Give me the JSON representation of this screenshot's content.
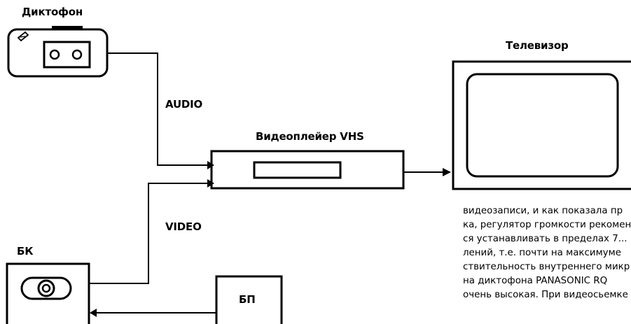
{
  "labels": {
    "dictaphone": "Диктофон",
    "tv": "Телевизор",
    "audio": "AUDIO",
    "vcr": "Видеоплейер VHS",
    "video": "VIDEO",
    "camera": "БК",
    "power": "БП"
  },
  "paragraph": [
    "видеозаписи, и как показала пр",
    "ка, регулятор громкости рекомен",
    "ся устанавливать в пределах 7...",
    "лений, т.е. почти на максимуме",
    "ствительность внутреннего микр",
    "на диктофона PANASONIC RQ",
    "очень высокая. При видеосьемке"
  ],
  "colors": {
    "line": "#000000",
    "background": "#ffffff"
  }
}
